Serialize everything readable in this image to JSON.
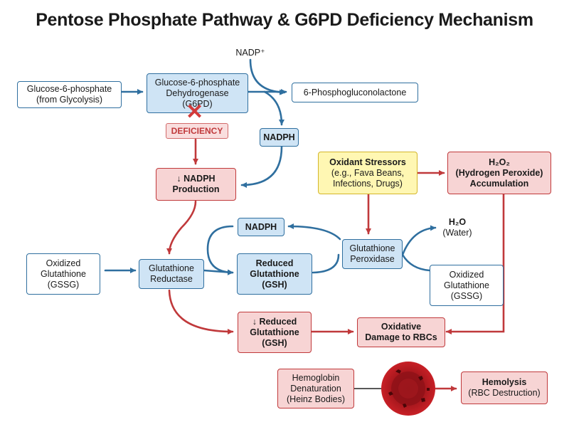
{
  "title": "Pentose Phosphate Pathway & G6PD Deficiency Mechanism",
  "colors": {
    "blue_arrow": "#2f6f9f",
    "red_arrow": "#c0393b",
    "red_fill": "#f7d4d4",
    "blue_fill": "#cfe4f5",
    "yellow_fill": "#fff7b3"
  },
  "nodes": {
    "g6p_line1": "Glucose-6-phosphate",
    "g6p_line2": "(from Glycolysis)",
    "g6pd_line1": "Glucose-6-phosphate",
    "g6pd_line2": "Dehydrogenase",
    "g6pd_line3": "(G6PD)",
    "nadp": "NADP⁺",
    "pgl": "6-Phosphogluconolactone",
    "deficiency": "DEFICIENCY",
    "nadph_top": "NADPH",
    "nadph_prod_line1": "↓ NADPH",
    "nadph_prod_line2": "Production",
    "oxidant_line1": "Oxidant Stressors",
    "oxidant_line2": "(e.g., Fava Beans,",
    "oxidant_line3": "Infections, Drugs)",
    "h2o2_line1": "H₂O₂",
    "h2o2_line2": "(Hydrogen Peroxide)",
    "h2o2_line3": "Accumulation",
    "nadph_mid": "NADPH",
    "h2o_line1": "H₂O",
    "h2o_line2": "(Water)",
    "gpx_line1": "Glutathione",
    "gpx_line2": "Peroxidase",
    "gssg_left_line1": "Oxidized",
    "gssg_left_line2": "Glutathione",
    "gssg_left_line3": "(GSSG)",
    "gr_line1": "Glutathione",
    "gr_line2": "Reductase",
    "gsh_line1": "Reduced",
    "gsh_line2": "Glutathione",
    "gsh_line3": "(GSH)",
    "gssg_right_line1": "Oxidized",
    "gssg_right_line2": "Glutathione",
    "gssg_right_line3": "(GSSG)",
    "gsh_low_line1": "↓ Reduced",
    "gsh_low_line2": "Glutathione",
    "gsh_low_line3": "(GSH)",
    "oxdmg_line1": "Oxidative",
    "oxdmg_line2": "Damage to RBCs",
    "hb_line1": "Hemoglobin",
    "hb_line2": "Denaturation",
    "hb_line3": "(Heinz Bodies)",
    "hemolysis_line1": "Hemolysis",
    "hemolysis_line2": "(RBC Destruction)"
  }
}
